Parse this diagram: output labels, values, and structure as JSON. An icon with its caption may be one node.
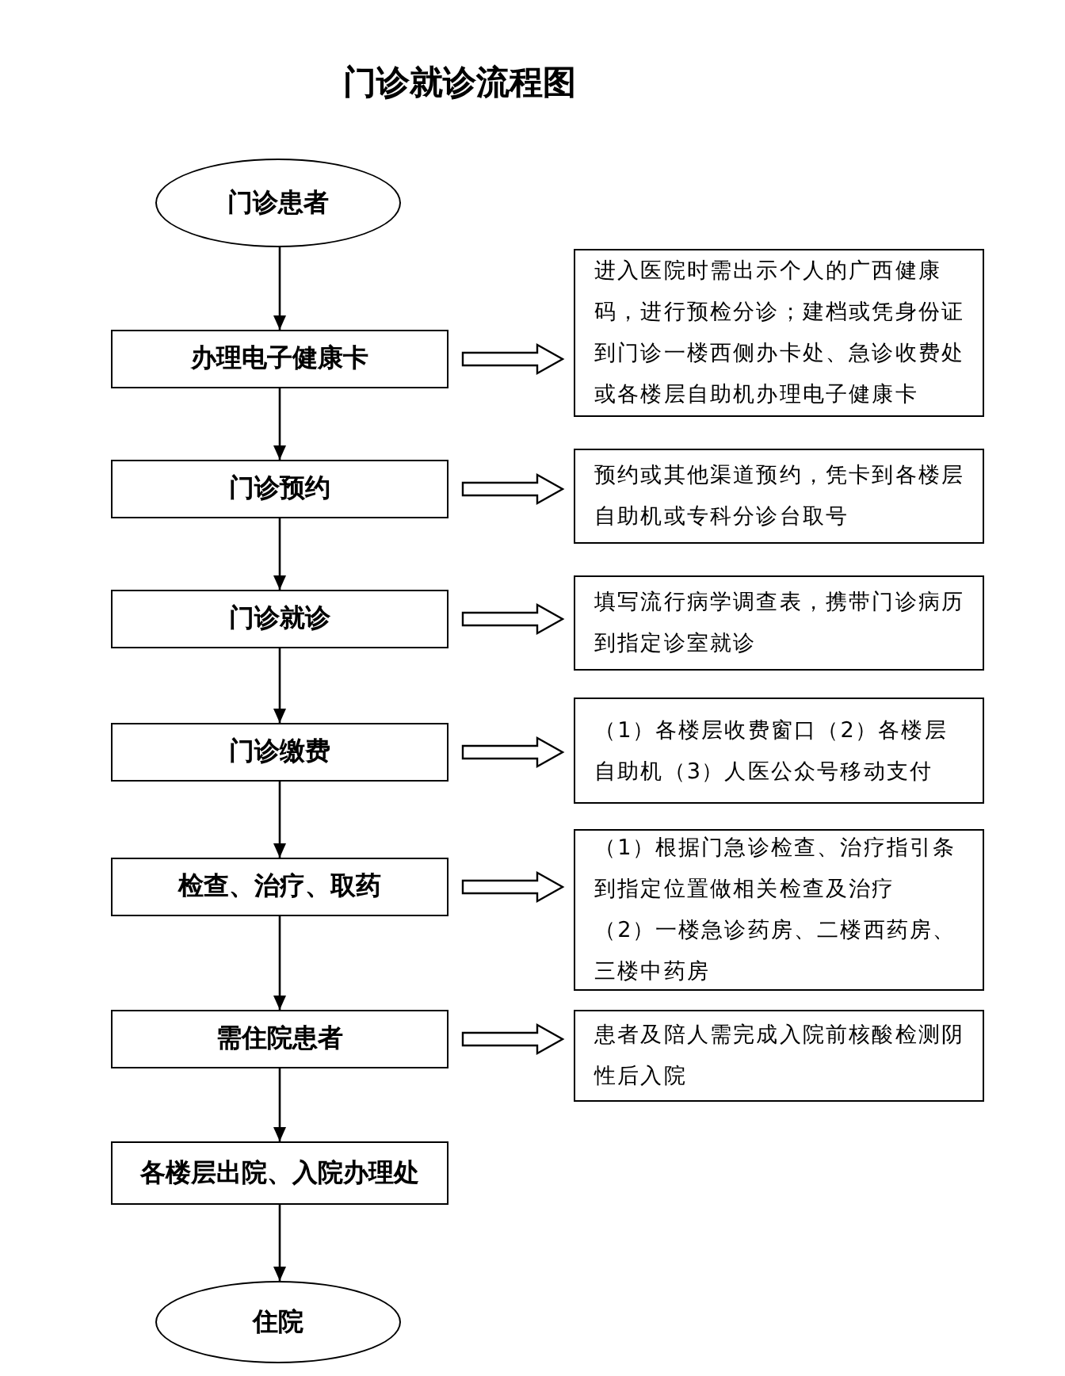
{
  "diagram": {
    "title": "门诊就诊流程图",
    "nodes": [
      {
        "text": [
          "门诊患者"
        ]
      },
      {
        "text": [
          "办理电子健康卡"
        ]
      },
      {
        "text": [
          "进入医院时需出示个人的广西健康码，进行预检分诊；建档或凭身份证到门诊一楼西侧办卡处、急诊收费处或各楼层自助机办理电子健康卡"
        ]
      },
      {
        "text": [
          "门诊预约"
        ]
      },
      {
        "text": [
          "预约或其他渠道预约，凭卡到各楼层自助机或专科分诊台取号"
        ]
      },
      {
        "text": [
          "门诊就诊"
        ]
      },
      {
        "text": [
          "填写流行病学调查表，携带门诊病历到指定诊室就诊"
        ]
      },
      {
        "text": [
          "门诊缴费"
        ]
      },
      {
        "text": [
          "（1）各楼层收费窗口（2）各楼层自助机（3）人医公众号移动支付"
        ]
      },
      {
        "text": [
          "检查、治疗、取药"
        ]
      },
      {
        "text": [
          "（1）根据门急诊检查、治疗指引条到指定位置做相关检查及治疗",
          "（2）一楼急诊药房、二楼西药房、三楼中药房"
        ]
      },
      {
        "text": [
          "需住院患者"
        ]
      },
      {
        "text": [
          "患者及陪人需完成入院前核酸检测阴性后入院"
        ]
      },
      {
        "text": [
          "各楼层出院、入院办理处"
        ]
      },
      {
        "text": [
          "住院"
        ]
      }
    ],
    "edges": [
      {
        "from": 0,
        "to": 1,
        "arrow": "to"
      },
      {
        "from": 1,
        "to": 3,
        "arrow": "to"
      },
      {
        "from": 3,
        "to": 5,
        "arrow": "to"
      },
      {
        "from": 5,
        "to": 7,
        "arrow": "to"
      },
      {
        "from": 7,
        "to": 9,
        "arrow": "to"
      },
      {
        "from": 9,
        "to": 11,
        "arrow": "to"
      },
      {
        "from": 11,
        "to": 13,
        "arrow": "to"
      },
      {
        "from": 13,
        "to": 14,
        "arrow": "to"
      },
      {
        "from": 1,
        "to": 2,
        "arrow": "to",
        "style": "thick"
      },
      {
        "from": 3,
        "to": 4,
        "arrow": "to",
        "style": "thick"
      },
      {
        "from": 5,
        "to": 6,
        "arrow": "to",
        "style": "thick"
      },
      {
        "from": 7,
        "to": 8,
        "arrow": "to",
        "style": "thick"
      },
      {
        "from": 9,
        "to": 10,
        "arrow": "to",
        "style": "thick"
      },
      {
        "from": 11,
        "to": 12,
        "arrow": "to",
        "style": "thick"
      }
    ]
  }
}
